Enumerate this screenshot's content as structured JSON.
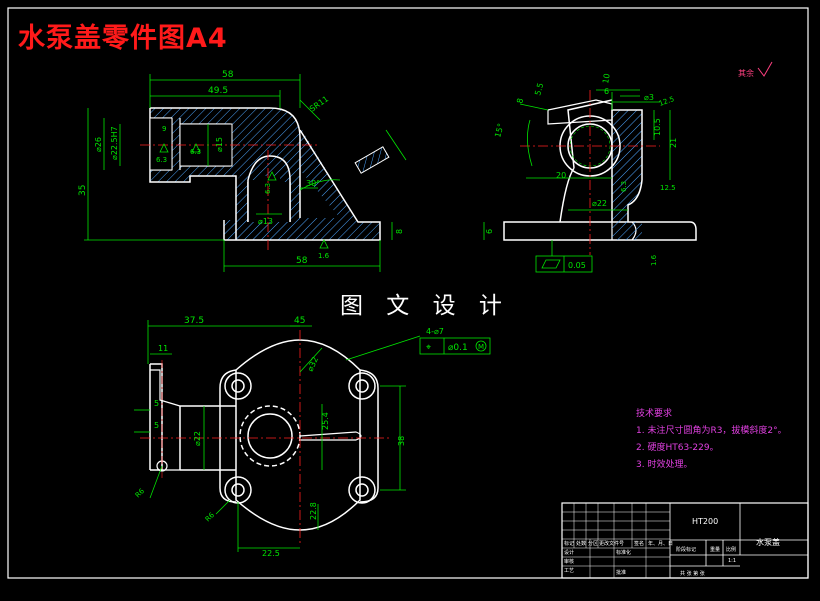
{
  "drawing_title": "水泵盖零件图A4",
  "center_caption": "图 文 设 计",
  "surface_note": "其余",
  "front_view_dims": {
    "d58_top": "58",
    "d49_5": "49.5",
    "sr11": "SR11",
    "d26": "⌀26",
    "d22h7": "⌀22.5H7",
    "d15": "⌀15",
    "d13": "⌀13",
    "d35": "35",
    "d8": "8",
    "d58_bottom": "58",
    "angle30": "30°",
    "r63a": "6.3",
    "r63b": "6.3",
    "r63c": "6.3",
    "r16": "1.6",
    "d9": "9"
  },
  "side_view_dims": {
    "d10": "10",
    "d6": "6",
    "d3": "⌀3",
    "d8": "8",
    "d55": "5.5",
    "ang15": "15°",
    "d125": "12.5",
    "d105": "10.5",
    "d21": "21",
    "d20": "20",
    "d22": "⌀22",
    "d6b": "6",
    "flatness": "0.05",
    "r125": "12.5",
    "r63": "6.3",
    "r16": "1.6"
  },
  "top_view_dims": {
    "d375": "37.5",
    "d45": "45",
    "d11": "11",
    "d5a": "5",
    "d5b": "5",
    "d22": "⌀22",
    "d32": "⌀32",
    "d254": "25.4",
    "d38": "38",
    "d225": "22.5",
    "d228": "22.8",
    "r6": "R6",
    "r6b": "R6",
    "holes": "4-⌀7",
    "position_tol": "⌀0.1",
    "mmc": "M"
  },
  "tech_requirements": {
    "heading": "技术要求",
    "items": [
      "1. 未注尺寸圆角为R3，拔模斜度2°。",
      "2. 硬度HT63-229。",
      "3. 时效处理。"
    ]
  },
  "title_block": {
    "material": "HT200",
    "part_name": "水泵盖",
    "labels": {
      "mark": "标记",
      "count": "处数",
      "zone": "分区",
      "change_doc": "更改文件号",
      "sign": "签名",
      "date": "年、月、日",
      "design": "设计",
      "standardize": "标准化",
      "review": "审核",
      "process": "工艺",
      "approve": "批准",
      "stage_mark": "阶段标记",
      "weight": "重量",
      "scale": "比例",
      "scale_value": "1:1",
      "sheets": "共 张 第 张"
    }
  },
  "colors": {
    "background": "#000000",
    "outline": "#ffffff",
    "dimension": "#00e600",
    "center_line": "#ff2020",
    "hatch": "#4da6ff",
    "title": "#ff1a1a",
    "notes": "#e040e0"
  }
}
